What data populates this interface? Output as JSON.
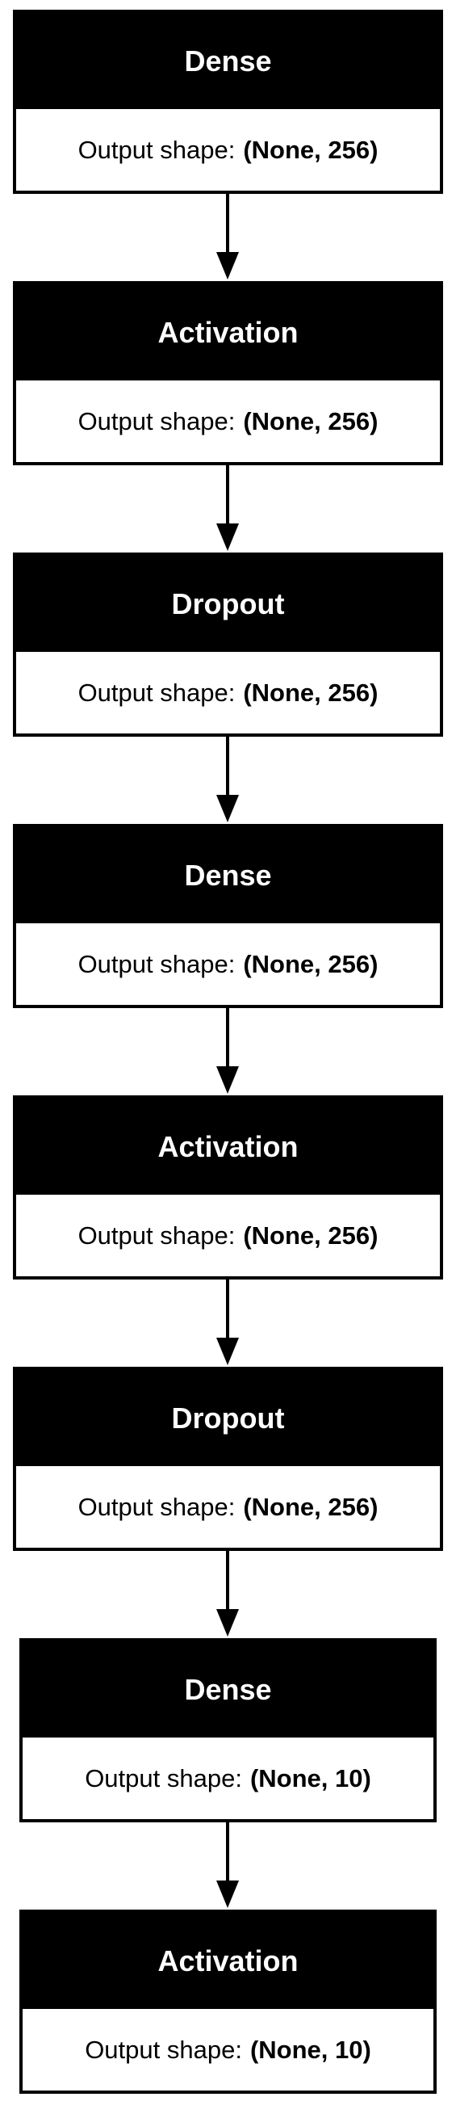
{
  "layers": [
    {
      "name": "Dense",
      "shape_label": "Output shape:",
      "shape": "(None, 256)"
    },
    {
      "name": "Activation",
      "shape_label": "Output shape:",
      "shape": "(None, 256)"
    },
    {
      "name": "Dropout",
      "shape_label": "Output shape:",
      "shape": "(None, 256)"
    },
    {
      "name": "Dense",
      "shape_label": "Output shape:",
      "shape": "(None, 256)"
    },
    {
      "name": "Activation",
      "shape_label": "Output shape:",
      "shape": "(None, 256)"
    },
    {
      "name": "Dropout",
      "shape_label": "Output shape:",
      "shape": "(None, 256)"
    },
    {
      "name": "Dense",
      "shape_label": "Output shape:",
      "shape": "(None, 10)"
    },
    {
      "name": "Activation",
      "shape_label": "Output shape:",
      "shape": "(None, 10)"
    }
  ],
  "colors": {
    "node_header": "#000000",
    "node_header_text": "#ffffff",
    "node_border": "#000000",
    "node_body": "#ffffff",
    "edge": "#000000"
  }
}
